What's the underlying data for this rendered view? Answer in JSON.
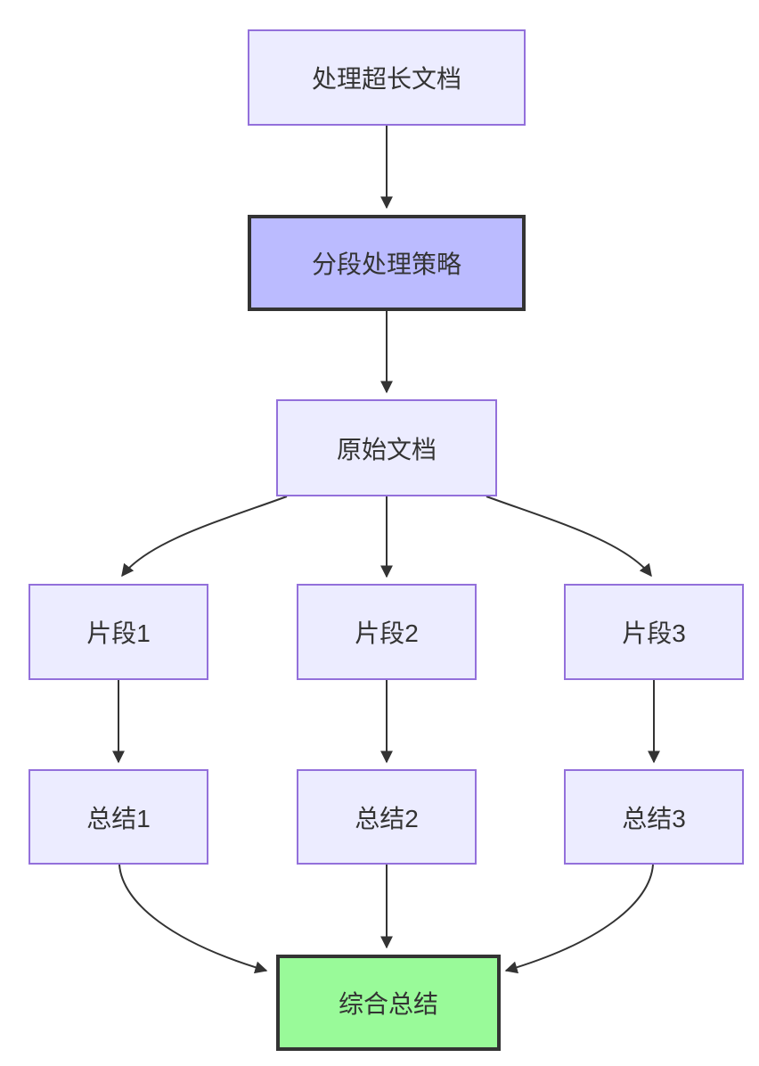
{
  "diagram": {
    "type": "flowchart",
    "direction": "top-down",
    "background_color": "#ffffff",
    "colors": {
      "node_fill": "#ECECFF",
      "node_border": "#9370DB",
      "highlight_node_fill": "#BBBBFF",
      "highlight_node_border": "#333333",
      "success_node_fill": "#99FA99",
      "success_node_border": "#333333",
      "edge_color": "#333333",
      "text_color": "#333333"
    },
    "nodes": [
      {
        "id": "A",
        "label": "处理超长文档",
        "style": "default"
      },
      {
        "id": "B",
        "label": "分段处理策略",
        "style": "highlight"
      },
      {
        "id": "C",
        "label": "原始文档",
        "style": "default"
      },
      {
        "id": "D1",
        "label": "片段1",
        "style": "default"
      },
      {
        "id": "D2",
        "label": "片段2",
        "style": "default"
      },
      {
        "id": "D3",
        "label": "片段3",
        "style": "default"
      },
      {
        "id": "E1",
        "label": "总结1",
        "style": "default"
      },
      {
        "id": "E2",
        "label": "总结2",
        "style": "default"
      },
      {
        "id": "E3",
        "label": "总结3",
        "style": "default"
      },
      {
        "id": "F",
        "label": "综合总结",
        "style": "success"
      }
    ],
    "edges": [
      {
        "from": "A",
        "to": "B"
      },
      {
        "from": "B",
        "to": "C"
      },
      {
        "from": "C",
        "to": "D1"
      },
      {
        "from": "C",
        "to": "D2"
      },
      {
        "from": "C",
        "to": "D3"
      },
      {
        "from": "D1",
        "to": "E1"
      },
      {
        "from": "D2",
        "to": "E2"
      },
      {
        "from": "D3",
        "to": "E3"
      },
      {
        "from": "E1",
        "to": "F"
      },
      {
        "from": "E2",
        "to": "F"
      },
      {
        "from": "E3",
        "to": "F"
      }
    ]
  }
}
